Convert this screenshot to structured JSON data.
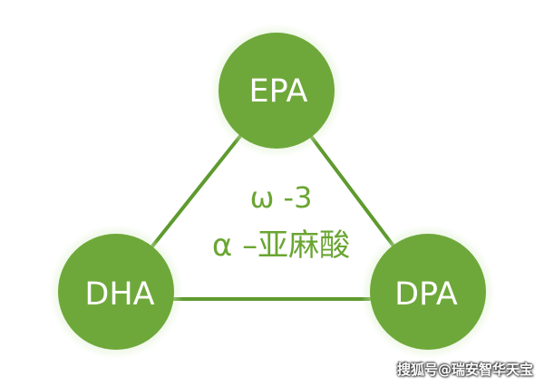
{
  "diagram": {
    "nodes": {
      "top": "EPA",
      "left": "DHA",
      "right": "DPA"
    },
    "center": {
      "line1": "ω -3",
      "line2": "α –亚麻酸"
    }
  },
  "watermark": "搜狐号@瑞安智华天宝",
  "colors": {
    "node_fill": "#6ea83a",
    "node_glow": "#d9eec8",
    "edge": "#5e9a2e",
    "text_green": "#6aa532"
  }
}
